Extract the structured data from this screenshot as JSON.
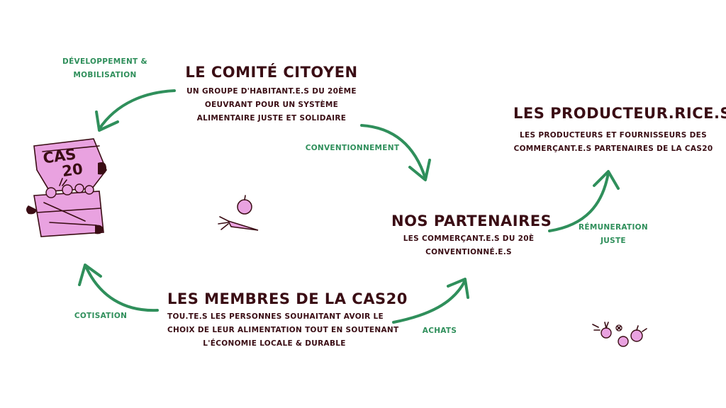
{
  "colors": {
    "title": "#3a0d14",
    "label": "#2f8f5b",
    "arrow": "#2f8f5b",
    "pink": "#e9a2e0"
  },
  "comite": {
    "title": "LE COMITÉ CITOYEN",
    "lines": [
      "UN GROUPE D'HABITANT.E.S DU 20ÈME",
      "OEUVRANT POUR UN SYSTÈME",
      "ALIMENTAIRE JUSTE ET SOLIDAIRE"
    ]
  },
  "producteurs": {
    "title": "LES PRODUCTEUR.RICE.S",
    "lines": [
      "LES PRODUCTEURS ET FOURNISSEURS DES",
      "COMMERÇANT.E.S PARTENAIRES DE LA CAS20"
    ]
  },
  "partenaires": {
    "title": "NOS PARTENAIRES",
    "lines": [
      "LES COMMERÇANT.E.S DU 20È",
      "CONVENTIONNÉ.E.S"
    ]
  },
  "membres": {
    "title": "LES MEMBRES DE LA CAS20",
    "lines": [
      "TOU.TE.S LES PERSONNES SOUHAITANT AVOIR LE",
      "CHOIX DE LEUR ALIMENTATION TOUT EN SOUTENANT",
      "L'ÉCONOMIE LOCALE & DURABLE"
    ]
  },
  "labels": {
    "developpement": [
      "DÉVELOPPEMENT &",
      "MOBILISATION"
    ],
    "conventionnement": "CONVENTIONNEMENT",
    "remuneration": [
      "RÉMUNERATION",
      "JUSTE"
    ],
    "achats": "ACHATS",
    "cotisation": "COTISATION"
  },
  "logo": {
    "line1": "CAS",
    "line2": "20"
  },
  "icons": [
    "crate-logo-icon",
    "apple-carrot-icon",
    "fruits-icon"
  ]
}
